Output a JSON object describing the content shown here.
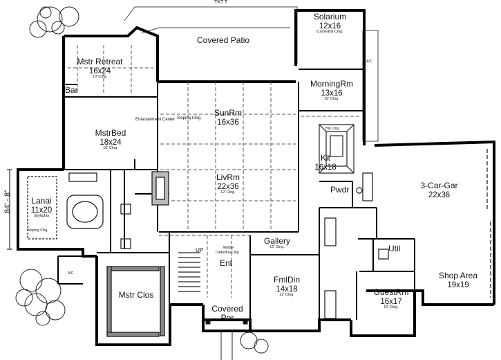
{
  "dimensions": {
    "overall_depth": "84' - 8\"",
    "top_fragment": "TKT T"
  },
  "rooms": {
    "covered_patio": {
      "name": "Covered Patio"
    },
    "solarium": {
      "name": "Solarium",
      "size": "12x16",
      "ceiling": "Cathedral Clng."
    },
    "mstr_retreat": {
      "name": "Mstr Retreat",
      "size": "16x24",
      "ceiling": "10' Clng."
    },
    "bar": {
      "name": "Bar"
    },
    "morning_rm": {
      "name": "MorningRm",
      "size": "13x16",
      "ceiling": "10' Clng."
    },
    "sun_rm": {
      "name": "SunRm",
      "size": "16x36",
      "ceiling": "Sloping Clng."
    },
    "mstr_bed": {
      "name": "MstrBed",
      "size": "18x24",
      "ceiling": "10' Clng."
    },
    "kit": {
      "name": "Kit",
      "size": "16x18"
    },
    "liv_rm": {
      "name": "LivRm",
      "size": "22x36",
      "ceiling": "12' Clng."
    },
    "lanai": {
      "name": "Lanai",
      "size": "11x20",
      "ceiling": "Skylights"
    },
    "pwdr": {
      "name": "Pwdr"
    },
    "garage": {
      "name": "3-Car-Gar",
      "size": "22x36"
    },
    "gallery": {
      "name": "Gallery",
      "ceiling": "12' Clng."
    },
    "util": {
      "name": "Util"
    },
    "ent": {
      "name": "Ent"
    },
    "fml_din": {
      "name": "FmlDin",
      "size": "14x18",
      "ceiling": "12' Clng."
    },
    "shop_area": {
      "name": "Shop Area",
      "size": "19x19"
    },
    "mstr_clos": {
      "name": "Mstr Clos"
    },
    "guest_rm": {
      "name": "GuestRm",
      "size": "16x17",
      "ceiling": "10' Clng."
    },
    "covered_por": {
      "name": "Covered Por"
    }
  },
  "notes": {
    "entertainment_center": "Entertainment Center",
    "ac_1": "A/C",
    "ac_2": "A/C",
    "up": "UP",
    "cathedral_clng": "Cathedral Clng.",
    "sloping_clng_lanai": "Sloping Clng.",
    "hip_clng": "Hip Clng.",
    "marble": "Marble"
  }
}
